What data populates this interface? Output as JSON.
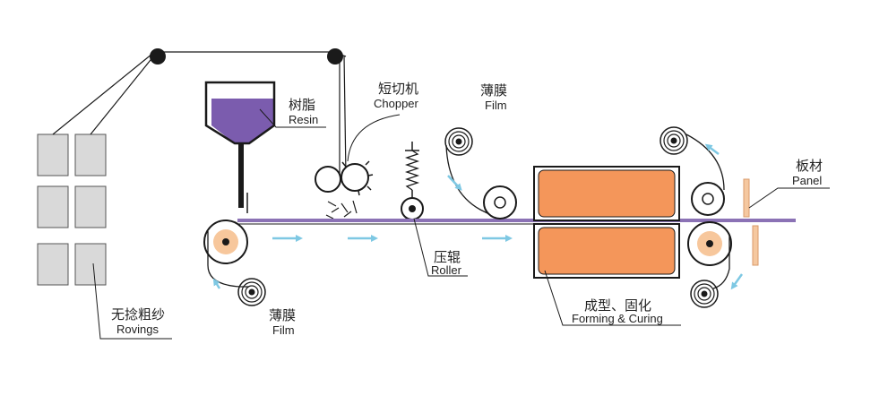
{
  "labels": {
    "resin": {
      "zh": "树脂",
      "en": "Resin"
    },
    "chopper": {
      "zh": "短切机",
      "en": "Chopper"
    },
    "film_top": {
      "zh": "薄膜",
      "en": "Film"
    },
    "panel": {
      "zh": "板材",
      "en": "Panel"
    },
    "roller": {
      "zh": "压辊",
      "en": "Roller"
    },
    "forming": {
      "zh": "成型、固化",
      "en": "Forming & Curing"
    },
    "film_bottom": {
      "zh": "薄膜",
      "en": "Film"
    },
    "rovings": {
      "zh": "无捻粗纱",
      "en": "Rovings"
    }
  },
  "colors": {
    "line": "#1a1a1a",
    "panel_sheet": "#8b72b5",
    "resin_fill": "#7b5cae",
    "flow_arrow": "#7ec8e3",
    "forming_block": "#f4965a",
    "roving_box": "#d9d9d9",
    "roller_core": "#f7c79c",
    "panel_piece": "#f5c8a0"
  }
}
